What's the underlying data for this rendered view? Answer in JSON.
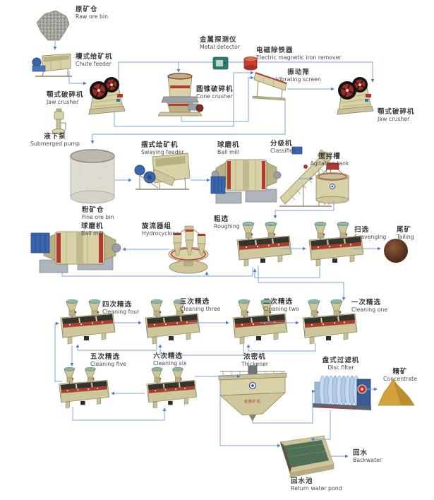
{
  "diagram": {
    "type": "mineral-processing-flowchart",
    "colors": {
      "flow_line": "#7aa6d8",
      "arrowhead": "#4a7fc1",
      "machine_body": "#d9d2a6",
      "accent_red": "#b03a2e",
      "motor_blue": "#3a66ae",
      "tailing_brown": "#5a2c1a",
      "concentrate_gold": "#d2a23c",
      "water_green": "#4f7056",
      "label_text": "#3a3a3a"
    }
  },
  "thickener_brand": "金鹏矿机",
  "labels": [
    {
      "id": "raw-ore-bin",
      "zh": "原矿仓",
      "en": "Raw ore bin"
    },
    {
      "id": "chute-feeder",
      "zh": "槽式给矿机",
      "en": "Chute feeder"
    },
    {
      "id": "jaw-crusher-1",
      "zh": "颚式破碎机",
      "en": "Jaw crusher"
    },
    {
      "id": "submerged-pump",
      "zh": "液下泵",
      "en": "Submerged pump"
    },
    {
      "id": "metal-detector",
      "zh": "金属探测仪",
      "en": "Metal detector"
    },
    {
      "id": "iron-remover",
      "zh": "电磁除铁器",
      "en": "Electric magnetic iron remover"
    },
    {
      "id": "vibrating-screen",
      "zh": "振动筛",
      "en": "Vibrating screen"
    },
    {
      "id": "cone-crusher",
      "zh": "圆锥破碎机",
      "en": "Cone crusher"
    },
    {
      "id": "jaw-crusher-2",
      "zh": "颚式破碎机",
      "en": "Jaw crusher"
    },
    {
      "id": "swaying-feeder",
      "zh": "摆式给矿机",
      "en": "Swaying feeder"
    },
    {
      "id": "ball-mill-1",
      "zh": "球磨机",
      "en": "Ball mill"
    },
    {
      "id": "classifier",
      "zh": "分级机",
      "en": "Classifier"
    },
    {
      "id": "agitation-tank",
      "zh": "搅拌槽",
      "en": "Agitation tank"
    },
    {
      "id": "fine-ore-bin",
      "zh": "粉矿仓",
      "en": "Fine ore bin"
    },
    {
      "id": "ball-mill-2",
      "zh": "球磨机",
      "en": "Ball mill"
    },
    {
      "id": "hydrocyclone",
      "zh": "旋流器组",
      "en": "Hydrocyclone"
    },
    {
      "id": "roughing",
      "zh": "粗选",
      "en": "Roughing"
    },
    {
      "id": "scavenging",
      "zh": "扫选",
      "en": "Scavenging"
    },
    {
      "id": "tailing",
      "zh": "尾矿",
      "en": "Tailing"
    },
    {
      "id": "cleaning-four",
      "zh": "四次精选",
      "en": "Cleaning four"
    },
    {
      "id": "cleaning-three",
      "zh": "三次精选",
      "en": "Cleaning three"
    },
    {
      "id": "cleaning-two",
      "zh": "二次精选",
      "en": "Cleaning two"
    },
    {
      "id": "cleaning-one",
      "zh": "一次精选",
      "en": "Cleaning one"
    },
    {
      "id": "cleaning-five",
      "zh": "五次精选",
      "en": "Cleaning five"
    },
    {
      "id": "cleaning-six",
      "zh": "六次精选",
      "en": "Cleaning six"
    },
    {
      "id": "thickener",
      "zh": "浓密机",
      "en": "Thickener"
    },
    {
      "id": "disc-filter",
      "zh": "盘式过滤机",
      "en": "Disc filter"
    },
    {
      "id": "concentrate",
      "zh": "精矿",
      "en": "Concentrate"
    },
    {
      "id": "backwater",
      "zh": "回水",
      "en": "Backwater"
    },
    {
      "id": "return-water-pond",
      "zh": "回水池",
      "en": "Return water pond"
    }
  ]
}
